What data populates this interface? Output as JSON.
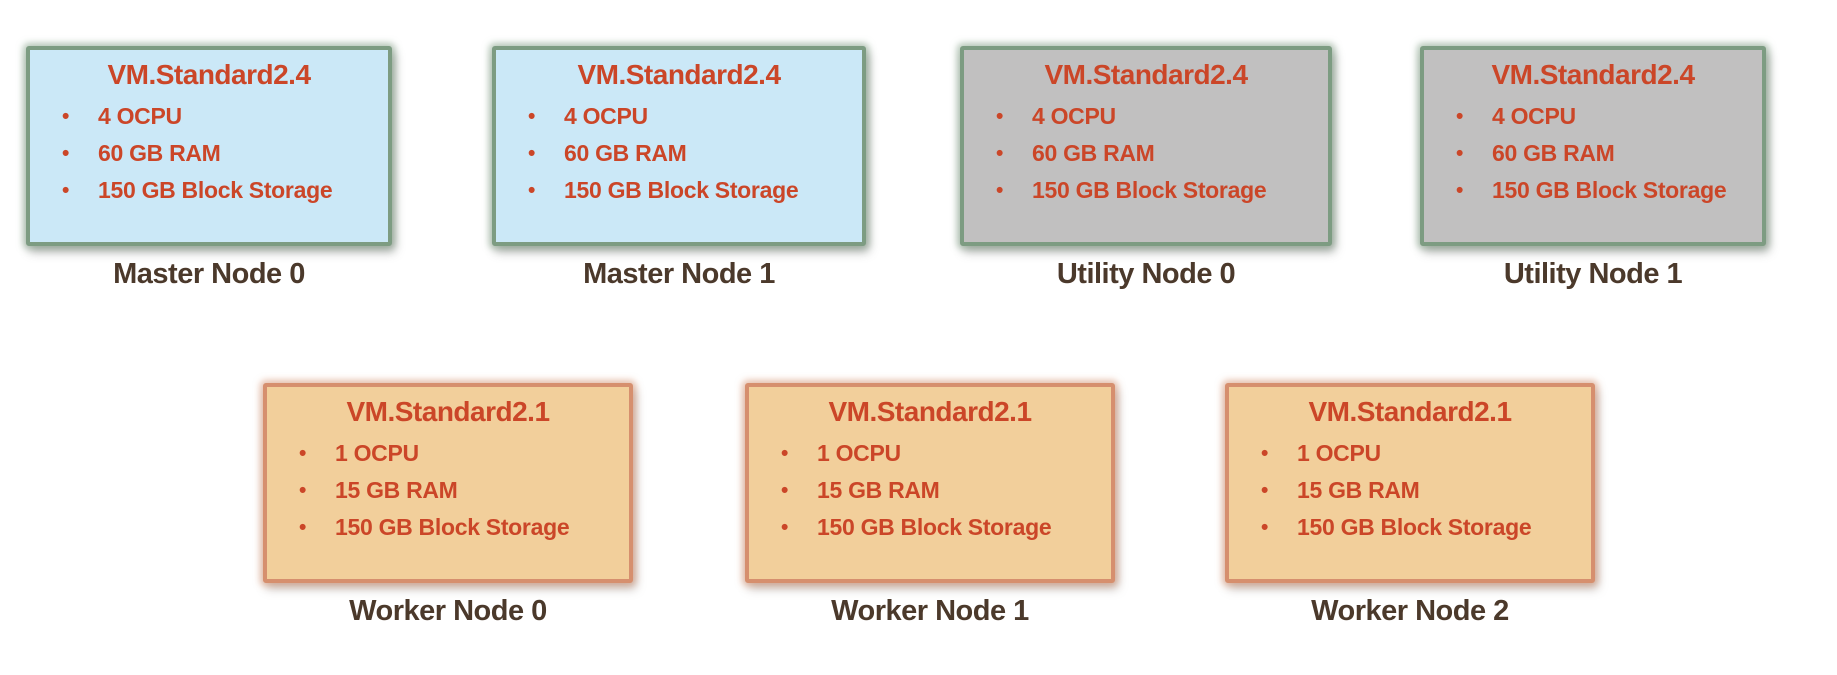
{
  "colors": {
    "master_fill": "#cbe8f7",
    "utility_fill": "#c1c0c0",
    "worker_fill": "#f2cf9b",
    "border_green": "#7d9c82",
    "border_salmon": "#d68f6e",
    "text_red": "#cb4628",
    "caption_brown": "#4b392b"
  },
  "icons": {
    "bullet": "•"
  },
  "diagram": {
    "nodes": [
      {
        "shape": "VM.Standard2.4",
        "specs": [
          "4 OCPU",
          "60 GB RAM",
          "150 GB Block Storage"
        ],
        "caption": "Master Node 0"
      },
      {
        "shape": "VM.Standard2.4",
        "specs": [
          "4 OCPU",
          "60 GB RAM",
          "150 GB Block Storage"
        ],
        "caption": "Master Node 1"
      },
      {
        "shape": "VM.Standard2.4",
        "specs": [
          "4 OCPU",
          "60 GB RAM",
          "150 GB Block Storage"
        ],
        "caption": "Utility Node 0"
      },
      {
        "shape": "VM.Standard2.4",
        "specs": [
          "4 OCPU",
          "60 GB RAM",
          "150 GB Block Storage"
        ],
        "caption": "Utility Node 1"
      },
      {
        "shape": "VM.Standard2.1",
        "specs": [
          "1 OCPU",
          "15 GB RAM",
          "150 GB Block Storage"
        ],
        "caption": "Worker Node 0"
      },
      {
        "shape": "VM.Standard2.1",
        "specs": [
          "1 OCPU",
          "15 GB RAM",
          "150 GB Block Storage"
        ],
        "caption": "Worker Node 1"
      },
      {
        "shape": "VM.Standard2.1",
        "specs": [
          "1 OCPU",
          "15 GB RAM",
          "150 GB Block Storage"
        ],
        "caption": "Worker Node 2"
      }
    ]
  }
}
